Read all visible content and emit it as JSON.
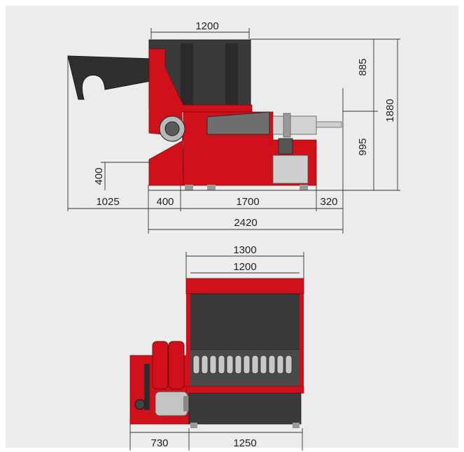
{
  "colors": {
    "background": "#ececec",
    "frame": "#ffffff",
    "machine_red": "#d0101a",
    "dark_steel": "#3a3a3a",
    "mid_grey": "#8a8a8a",
    "light_grey": "#c9c9c9",
    "line": "#333333"
  },
  "side_view": {
    "dims": {
      "hopper_width": "1200",
      "hopper_height": "885",
      "lower_height": "995",
      "total_height": "1880",
      "base_height": "400",
      "arm_reach": "1025",
      "front_offset": "400",
      "body_length": "1700",
      "rear_offset": "320",
      "total_length": "2420"
    }
  },
  "front_view": {
    "dims": {
      "outer_width": "1300",
      "inner_width": "1200",
      "drive_width": "730",
      "frame_width": "1250"
    }
  }
}
